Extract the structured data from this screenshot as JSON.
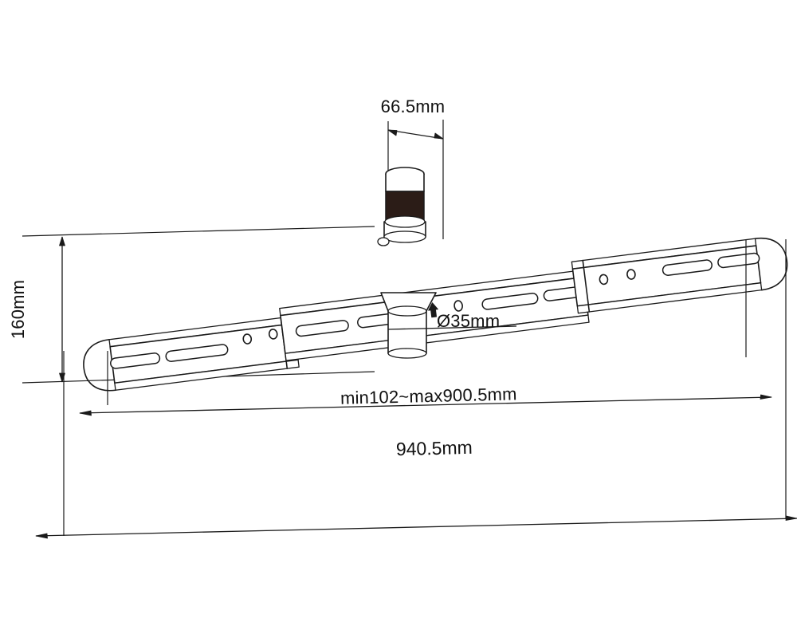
{
  "drawing": {
    "title": "Ceiling Mount Bracket Dimensioned Drawing",
    "background_color": "#ffffff",
    "line_color": "#1a1a1a",
    "accent_dark_color": "#2b1c17",
    "dimensions": {
      "post_width": {
        "label": "66.5mm",
        "name": "post-width-dimension",
        "value": 66.5,
        "unit": "mm",
        "orientation": "horizontal-top"
      },
      "height": {
        "label": "160mm",
        "name": "height-dimension",
        "value": 160,
        "unit": "mm",
        "orientation": "vertical-left"
      },
      "tube_diameter": {
        "label": "Ø35mm",
        "name": "tube-diameter-dimension",
        "value": 35,
        "unit": "mm",
        "orientation": "leader-right"
      },
      "adjustable_span": {
        "label": "min102~max900.5mm",
        "name": "adjustable-span-dimension",
        "min": 102,
        "max": 900.5,
        "unit": "mm",
        "orientation": "horizontal-bottom"
      },
      "overall_length": {
        "label": "940.5mm",
        "name": "overall-length-dimension",
        "value": 940.5,
        "unit": "mm",
        "orientation": "horizontal-bottom"
      }
    },
    "components": {
      "upper_post": "upper-mounting-post",
      "lower_tube": "lower-tube-boss",
      "left_arm": "left-extension-arm",
      "right_arm": "right-extension-arm",
      "center_rail": "center-rail",
      "orientation_arrow": "up-arrow-marker"
    }
  }
}
